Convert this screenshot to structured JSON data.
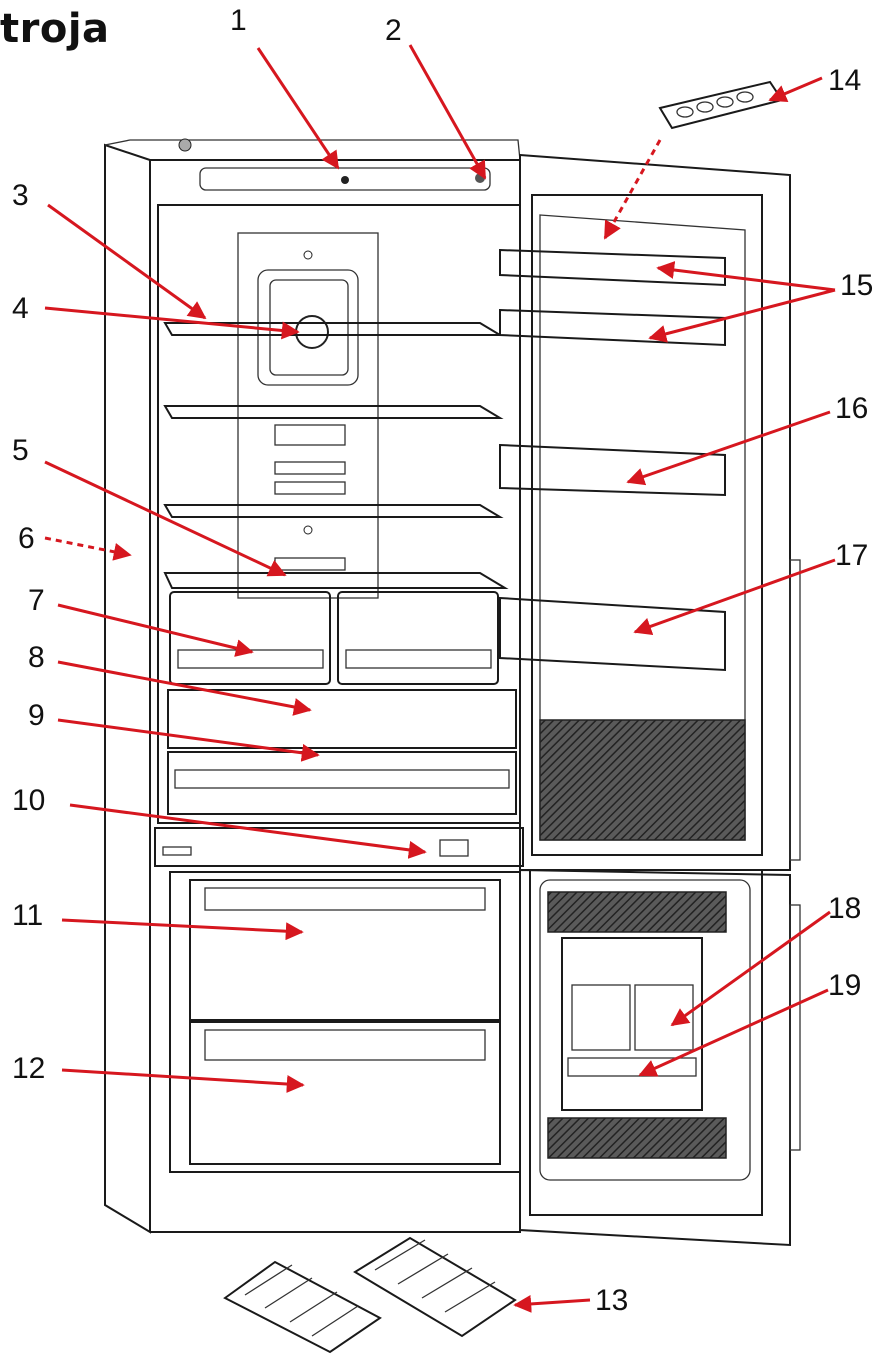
{
  "title": "troja",
  "accent_color": "#d6171f",
  "labels": [
    {
      "id": "1",
      "text": "1"
    },
    {
      "id": "2",
      "text": "2"
    },
    {
      "id": "3",
      "text": "3"
    },
    {
      "id": "4",
      "text": "4"
    },
    {
      "id": "5",
      "text": "5"
    },
    {
      "id": "6",
      "text": "6"
    },
    {
      "id": "7",
      "text": "7"
    },
    {
      "id": "8",
      "text": "8"
    },
    {
      "id": "9",
      "text": "9"
    },
    {
      "id": "10",
      "text": "10"
    },
    {
      "id": "11",
      "text": "11"
    },
    {
      "id": "12",
      "text": "12"
    },
    {
      "id": "13",
      "text": "13"
    },
    {
      "id": "14",
      "text": "14"
    },
    {
      "id": "15",
      "text": "15"
    },
    {
      "id": "16",
      "text": "16"
    },
    {
      "id": "17",
      "text": "17"
    },
    {
      "id": "18",
      "text": "18"
    },
    {
      "id": "19",
      "text": "19"
    }
  ]
}
